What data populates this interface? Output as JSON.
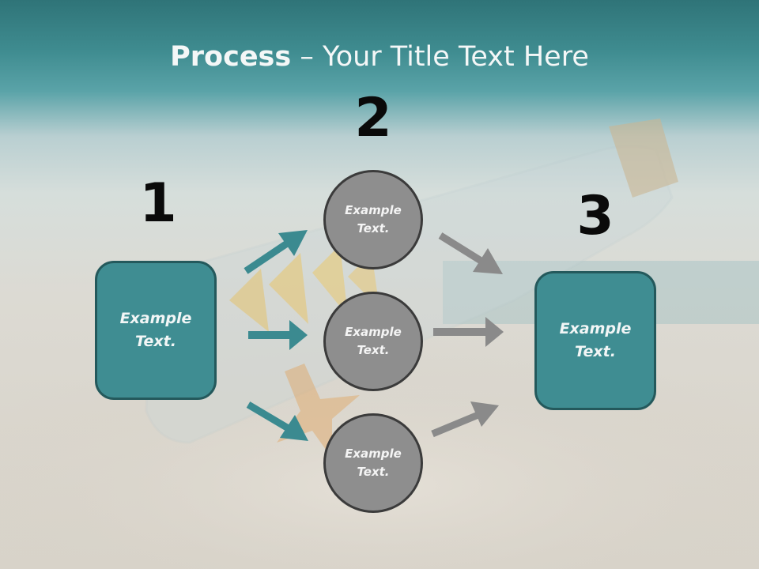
{
  "title": {
    "bold": "Process",
    "rest": " – Your Title Text Here"
  },
  "steps": {
    "one": "1",
    "two": "2",
    "three": "3"
  },
  "left_box": {
    "text": "Example\nText."
  },
  "circles": [
    {
      "text": "Example\nText."
    },
    {
      "text": "Example\nText."
    },
    {
      "text": "Example\nText."
    }
  ],
  "right_box": {
    "text": "Example\nText."
  },
  "colors": {
    "teal_box": "#3f8d92",
    "teal_arrow": "#3b8a90",
    "gray_circle": "#8e8e8e",
    "gray_arrow": "#8a8a8a",
    "title_bar": "#3f8c90"
  }
}
